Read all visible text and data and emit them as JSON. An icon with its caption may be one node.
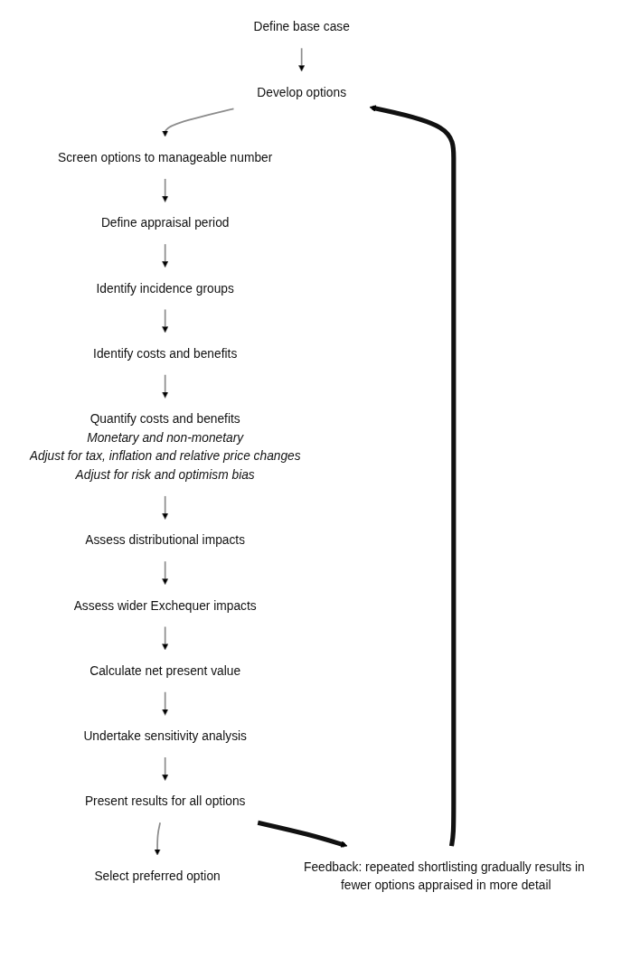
{
  "diagram": {
    "nodes": [
      {
        "text": [
          "Define base case"
        ]
      },
      {
        "text": [
          "Develop options"
        ]
      },
      {
        "text": [
          "Screen options to manageable number"
        ]
      },
      {
        "text": [
          "Define appraisal period"
        ]
      },
      {
        "text": [
          "Identify incidence groups"
        ]
      },
      {
        "text": [
          "Identify costs and benefits"
        ]
      },
      {
        "text": [
          "Quantify costs and benefits",
          "*Monetary and non-monetary*",
          "*Adjust for tax, inflation and relative price changes*",
          "*Adjust for risk and optimism bias*"
        ]
      },
      {
        "text": [
          "Assess distributional impacts"
        ]
      },
      {
        "text": [
          "Assess wider Exchequer impacts"
        ]
      },
      {
        "text": [
          "Calculate net present value"
        ]
      },
      {
        "text": [
          "Undertake sensitivity analysis"
        ]
      },
      {
        "text": [
          "Present results for all options"
        ]
      },
      {
        "text": [
          "Select preferred option"
        ]
      },
      {
        "text": [
          "Feedback: repeated shortlisting gradually results in fewer options appraised in more detail"
        ]
      }
    ],
    "edges": [
      {
        "from": 0,
        "to": 1,
        "arrow": "to"
      },
      {
        "from": 1,
        "to": 2,
        "arrow": "to"
      },
      {
        "from": 2,
        "to": 3,
        "arrow": "to"
      },
      {
        "from": 3,
        "to": 4,
        "arrow": "to"
      },
      {
        "from": 4,
        "to": 5,
        "arrow": "to"
      },
      {
        "from": 5,
        "to": 6,
        "arrow": "to"
      },
      {
        "from": 6,
        "to": 7,
        "arrow": "to"
      },
      {
        "from": 7,
        "to": 8,
        "arrow": "to"
      },
      {
        "from": 8,
        "to": 9,
        "arrow": "to"
      },
      {
        "from": 9,
        "to": 10,
        "arrow": "to"
      },
      {
        "from": 10,
        "to": 11,
        "arrow": "to"
      },
      {
        "from": 11,
        "to": 12,
        "arrow": "to"
      },
      {
        "from": 11,
        "to": 13,
        "arrow": "to",
        "style": "thick",
        "color": "#111111"
      },
      {
        "from": 13,
        "to": 1,
        "arrow": "to",
        "style": "thick",
        "color": "#111111"
      }
    ]
  }
}
